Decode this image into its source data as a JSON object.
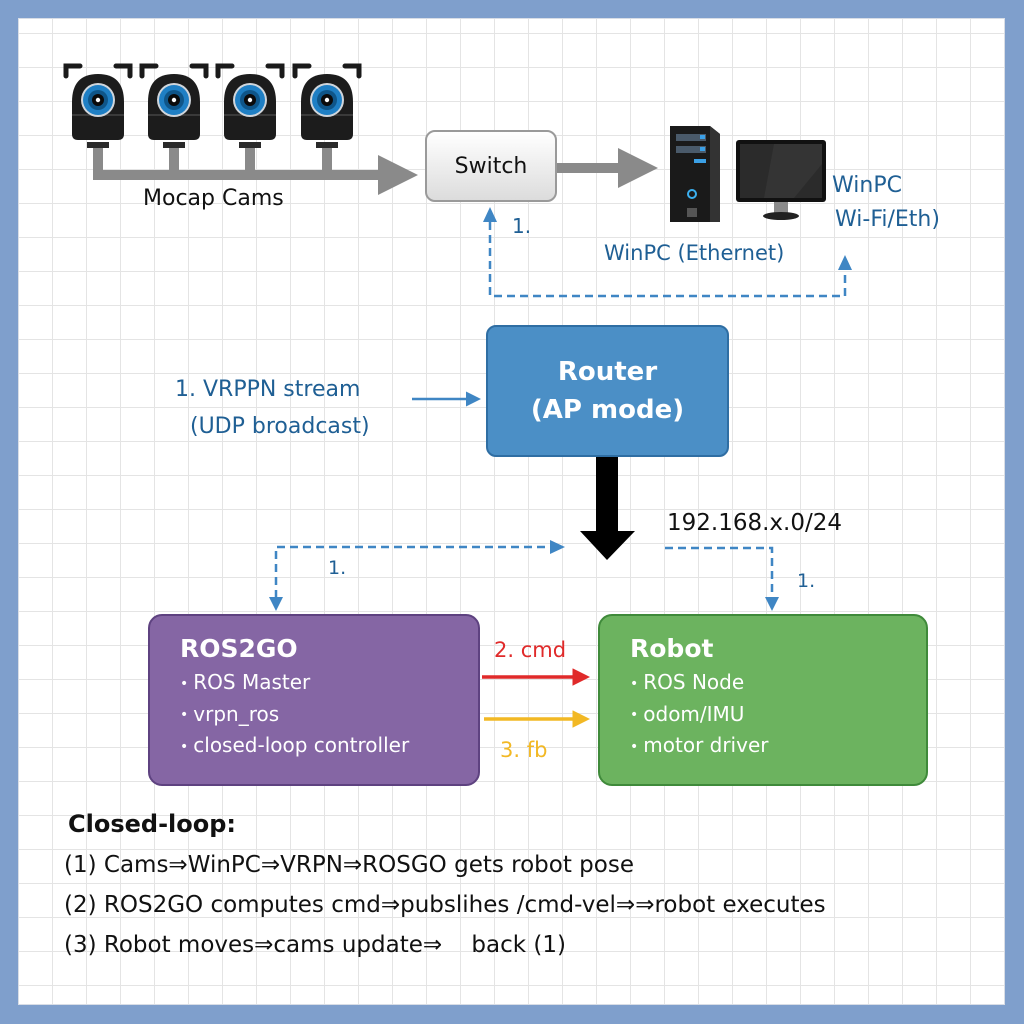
{
  "colors": {
    "frame": "#7f9fcc",
    "router": "#4b8fc6",
    "ros2go": "#8566a4",
    "robot": "#6cb35f",
    "dashed_link": "#3f86c4",
    "cmd_arrow": "#e02a2a",
    "fb_arrow": "#f2b824",
    "data_arrow": "#8a8a8a"
  },
  "cameras": {
    "count": 4,
    "label": "Mocap Cams",
    "icon": "camera-icon"
  },
  "switch": {
    "label": "Switch"
  },
  "winpc": {
    "icon": "desktop-pc-icon",
    "label_right_line1": "WinPC",
    "label_right_line2": "Wi-Fi/Eth)",
    "label_below": "WinPC (Ethernet)"
  },
  "top_link": {
    "label": "1."
  },
  "router": {
    "line1": "Router",
    "line2": "(AP mode)",
    "input_label_line1": "1. VRPPN stream",
    "input_label_line2": "(UDP broadcast)"
  },
  "subnet": {
    "label": "192.168.x.0/24"
  },
  "links": {
    "left_label": "1.",
    "right_label": "1.",
    "cmd_label": "2. cmd",
    "fb_label": "3. fb"
  },
  "ros2go": {
    "title": "ROS2GO",
    "items": [
      "ROS Master",
      "vrpn_ros",
      "closed-loop controller"
    ]
  },
  "robot": {
    "title": "Robot",
    "items": [
      "ROS Node",
      "odom/IMU",
      "motor driver"
    ]
  },
  "closed_loop": {
    "title": "Closed-loop:",
    "steps": [
      "(1) Cams⇒WinPC⇒VRPN⇒ROSGO gets robot pose",
      "(2) ROS2GO computes cmd⇒pubslihes /cmd-vel⇒⇒robot executes",
      "(3) Robot moves⇒cams update⇒    back (1)"
    ]
  }
}
